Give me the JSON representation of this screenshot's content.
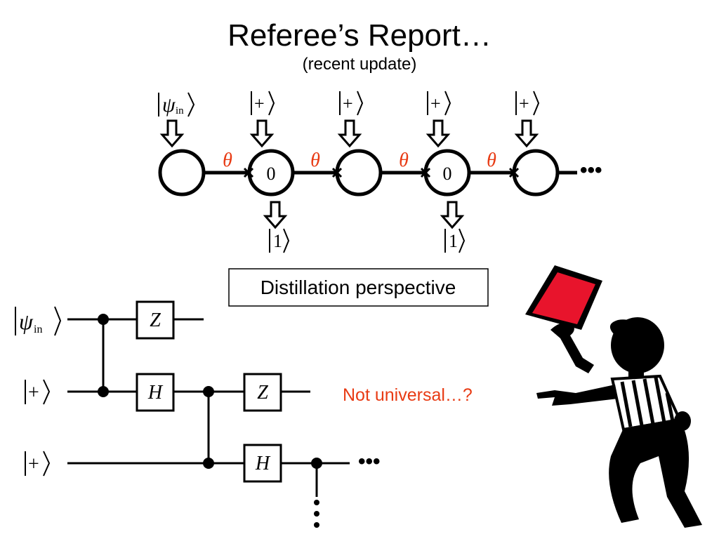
{
  "title": "Referee’s Report…",
  "subtitle": "(recent update)",
  "chain": {
    "input_ket_symbol": "ψ",
    "input_ket_subscript": "in",
    "plus_ket": "+",
    "theta": "θ",
    "measurement_outcome": "0",
    "output_ket": "1",
    "ellipsis": "•••"
  },
  "distillation_label": "Distillation perspective",
  "circuit": {
    "input_ket_symbol": "ψ",
    "input_ket_subscript": "in",
    "plus_ket": "+",
    "gate_z": "Z",
    "gate_h": "H",
    "ellipsis": "•••"
  },
  "referee_remark": "Not universal…?",
  "colors": {
    "theta": "#e83b14",
    "remark": "#e83b14",
    "red_card": "#e8142c",
    "ink": "#000000"
  },
  "icons": [
    "referee-icon",
    "red-card-icon",
    "down-arrow-icon"
  ]
}
